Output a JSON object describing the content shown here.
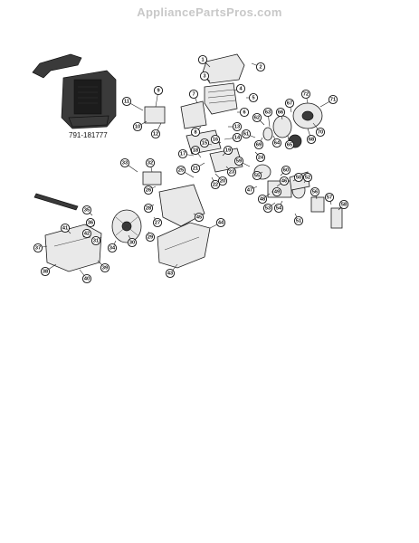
{
  "watermark": "AppliancePartsPros.com",
  "inset": {
    "part_number": "791-181777",
    "label_text": ""
  },
  "callouts": [
    "1",
    "2",
    "3",
    "4",
    "5",
    "6",
    "7",
    "8",
    "9",
    "10",
    "11",
    "12",
    "13",
    "14",
    "15",
    "16",
    "17",
    "18",
    "19",
    "20",
    "21",
    "22",
    "23",
    "24",
    "25",
    "26",
    "27",
    "28",
    "29",
    "30",
    "31",
    "32",
    "33",
    "34",
    "35",
    "36",
    "37",
    "38",
    "39",
    "40",
    "41",
    "42",
    "43",
    "44",
    "45",
    "46",
    "47",
    "48",
    "49",
    "50",
    "51",
    "52",
    "53",
    "54",
    "55",
    "56",
    "57",
    "58",
    "59",
    "60",
    "61",
    "62",
    "63",
    "64",
    "65",
    "66",
    "67",
    "68",
    "69",
    "70",
    "71",
    "72"
  ],
  "colors": {
    "ink": "#111111",
    "watermark": "#c8c8c8",
    "background": "#ffffff"
  }
}
